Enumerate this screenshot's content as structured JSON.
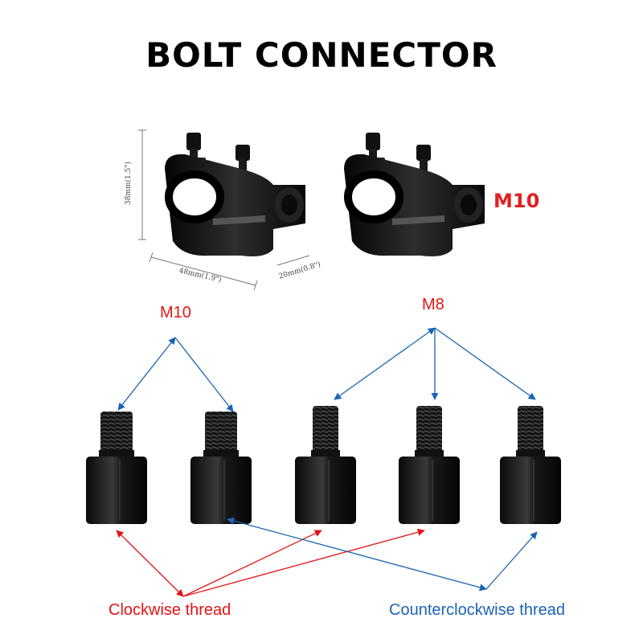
{
  "title": "BOLT CONNECTOR",
  "dimensions": {
    "height": "38mm(1.5\")",
    "length": "48mm(1.9\")",
    "width": "20mm(0.8\")"
  },
  "clamp_thread_label": "M10",
  "groups": {
    "m10_label": "M10",
    "m8_label": "M8"
  },
  "thread_types": {
    "clockwise": "Clockwise thread",
    "counterclockwise": "Counterclockwise thread"
  },
  "colors": {
    "clockwise": "#e31414",
    "counterclockwise": "#1a64b4",
    "part": "#111111"
  }
}
